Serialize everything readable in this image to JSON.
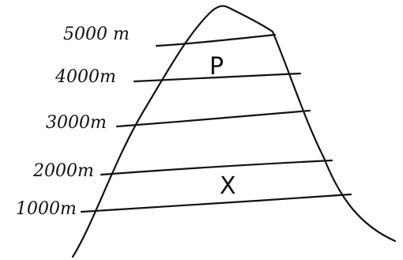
{
  "diagram": {
    "altitude_labels": [
      "5000 m",
      "4000m",
      "3000m",
      "2000m",
      "1000m"
    ],
    "point_labels": [
      "P",
      "X"
    ]
  }
}
